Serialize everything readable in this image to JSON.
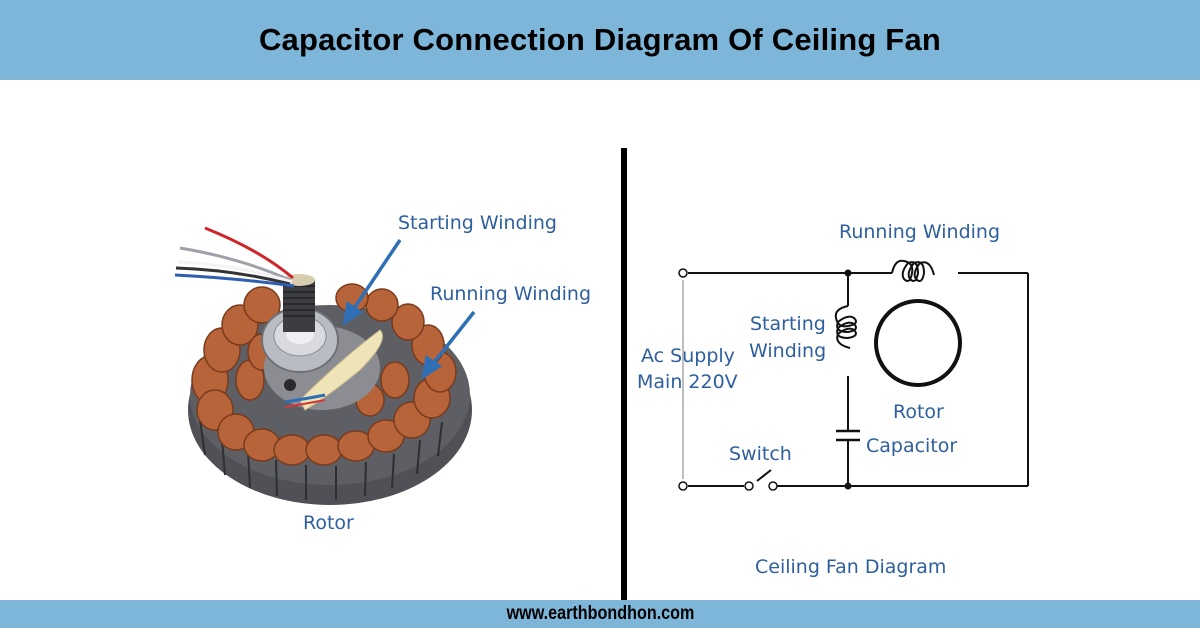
{
  "header": {
    "title": "Capacitor Connection Diagram Of Ceiling Fan"
  },
  "footer": {
    "url": "www.earthbondhon.com"
  },
  "photo": {
    "labels": {
      "starting_winding": "Starting Winding",
      "running_winding": "Running Winding",
      "rotor": "Rotor"
    },
    "colors": {
      "arrow": "#2f6fb5",
      "copper": "#b8643a",
      "stator": "#55575c"
    }
  },
  "circuit": {
    "labels": {
      "running_winding": "Running Winding",
      "starting_winding_1": "Starting",
      "starting_winding_2": "Winding",
      "ac_supply_1": "Ac Supply",
      "ac_supply_2": "Main 220V",
      "rotor": "Rotor",
      "capacitor": "Capacitor",
      "switch": "Switch",
      "caption": "Ceiling Fan Diagram"
    }
  },
  "colors": {
    "banner": "#7eb6d9",
    "label_text": "#2e5f9e"
  }
}
